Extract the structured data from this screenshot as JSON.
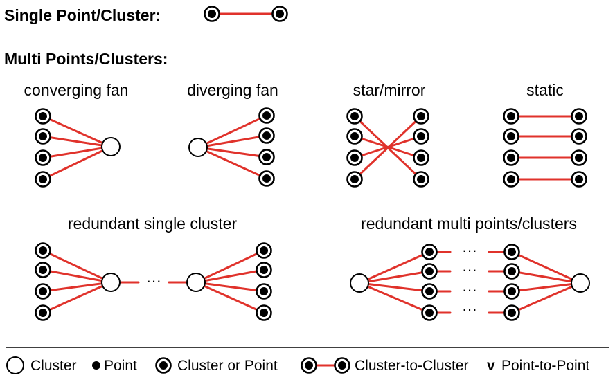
{
  "single": {
    "title": "Single Point/Cluster:"
  },
  "multi": {
    "title": "Multi Points/Clusters:"
  },
  "patterns": {
    "converging": "converging fan",
    "diverging": "diverging fan",
    "star": "star/mirror",
    "static": "static",
    "redundant_single": "redundant single cluster",
    "redundant_multi": "redundant multi points/clusters"
  },
  "ellipsis": "···",
  "legend": {
    "cluster": "Cluster",
    "point": "Point",
    "cluster_or_point": "Cluster or Point",
    "c2c": "Cluster-to-Cluster",
    "v": "v",
    "p2p": "Point-to-Point"
  },
  "colors": {
    "edge": "#e0322b",
    "node": "#000000",
    "background": "#ffffff"
  }
}
